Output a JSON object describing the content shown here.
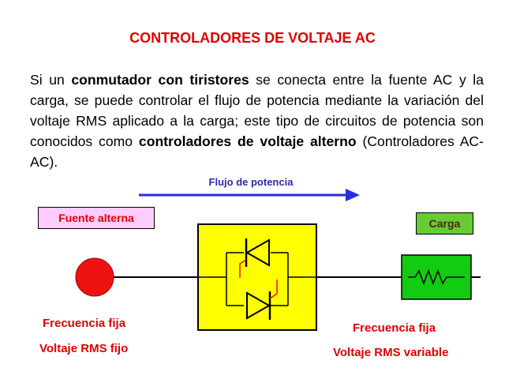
{
  "title": "CONTROLADORES DE VOLTAJE AC",
  "paragraph": {
    "p1": "Si un ",
    "b1": "conmutador con tiristores",
    "p2": " se conecta entre la fuente AC y la carga, se puede controlar el flujo de potencia mediante la variación del voltaje RMS aplicado a la carga; este tipo de circuitos de potencia son conocidos como ",
    "b2": "controladores de voltaje alterno",
    "p3": " (Controladores AC-AC)."
  },
  "diagram": {
    "flow_label": "Flujo de potencia",
    "source_label": "Fuente alterna",
    "load_label": "Carga",
    "source_info": {
      "freq": "Frecuencia fija",
      "rms": "Voltaje RMS fijo"
    },
    "load_info": {
      "freq": "Frecuencia fija",
      "rms": "Voltaje RMS variable"
    },
    "colors": {
      "title": "#e00000",
      "flow_arrow": "#2a2ae0",
      "source_circle": "#ee1111",
      "switch_box": "#ffff00",
      "load_box": "#11cc11",
      "gate_wire": "#ee1111"
    }
  }
}
